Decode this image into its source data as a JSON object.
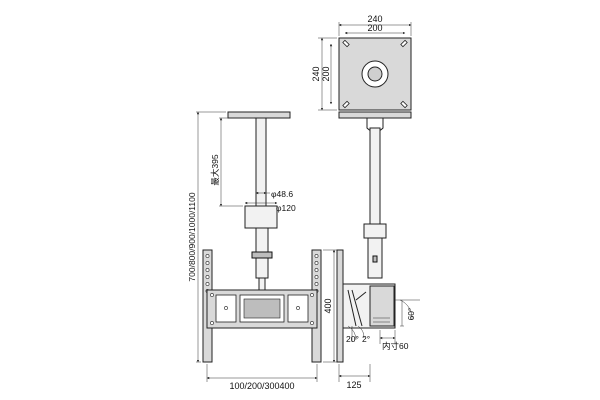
{
  "labels": {
    "top_width_outer": "240",
    "top_width_inner": "200",
    "top_height_outer": "240",
    "top_height_inner": "200",
    "pole_length": "700/800/900/1000/1100",
    "max_extension": "最大395",
    "pole_diameter": "φ48.6",
    "sleeve_diameter": "φ120",
    "bracket_height": "400",
    "bracket_spacing": "100/200/300400",
    "tilt_angle": "60°",
    "angle_left": "20°",
    "angle_right": "2°",
    "inner_dim": "内寸60",
    "depth": "125"
  }
}
